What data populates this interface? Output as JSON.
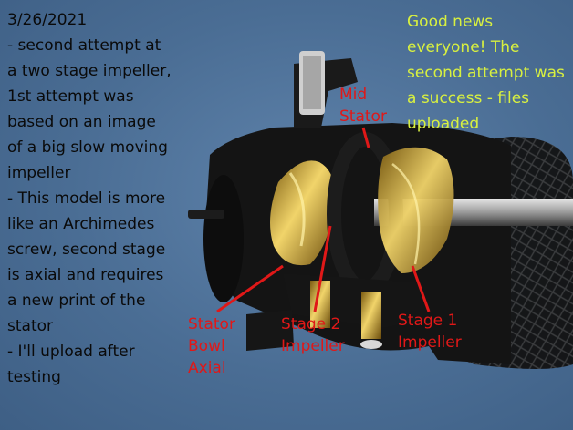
{
  "notes": {
    "lines": [
      "3/26/2021",
      "- second attempt at",
      "a two stage impeller,",
      "1st attempt was",
      "based on an image",
      "of a big slow moving",
      "impeller",
      "- This model is more",
      "like an Archimedes",
      "screw, second stage",
      "is axial and requires",
      "a new print of the",
      "stator",
      "- I'll upload after",
      "testing"
    ]
  },
  "update": {
    "text": "Good news everyone! The second attempt was a success - files uploaded"
  },
  "labels": {
    "mid_stator": "Mid Stator",
    "stator_bowl": "Stator Bowl Axial",
    "stage2": "Stage 2 Impeller",
    "stage1": "Stage 1 Impeller"
  },
  "colors": {
    "background": "#4a6d94",
    "annotation": "#e01818",
    "news_text": "#d8f040",
    "note_text": "#0a0a0a",
    "impeller_gold": "#c8a32a"
  }
}
